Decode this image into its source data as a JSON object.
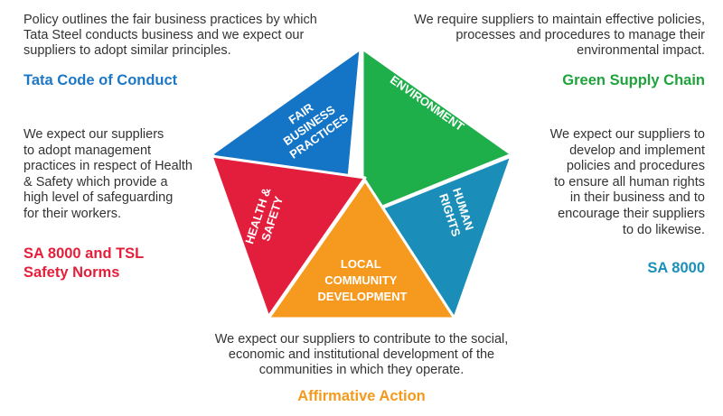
{
  "blocks": {
    "top_left": {
      "lines": [
        "Policy outlines the fair business practices by which",
        "Tata Steel conducts business and we expect our",
        "suppliers to adopt similar principles."
      ],
      "title": "Tata Code of Conduct",
      "color": "#1e77c5"
    },
    "top_right": {
      "lines": [
        "We require suppliers to maintain effective policies,",
        "processes and procedures to manage their",
        "environmental impact."
      ],
      "title": "Green Supply Chain",
      "color": "#1fa33b"
    },
    "mid_left": {
      "lines": [
        "We expect our suppliers",
        "to adopt management",
        "practices in respect of Health",
        "& Safety which provide a",
        "high level of safeguarding",
        "for their workers."
      ],
      "title_lines": [
        "SA 8000 and TSL",
        "Safety Norms"
      ],
      "color": "#e51e3a"
    },
    "mid_right": {
      "lines": [
        "We expect our suppliers to",
        "develop and implement",
        "policies and procedures",
        "to ensure all human rights",
        "in their business and to",
        "encourage their suppliers",
        "to do likewise."
      ],
      "title": "SA 8000",
      "color": "#1a8fb8"
    },
    "bottom": {
      "lines": [
        "We expect our suppliers to contribute to the social,",
        "economic and institutional development of the",
        "communities in which they operate."
      ],
      "title": "Affirmative Action",
      "color": "#f39a1c"
    }
  },
  "segments": {
    "fair": {
      "lines": [
        "FAIR",
        "BUSINESS",
        "PRACTICES"
      ],
      "color": "#1474c6"
    },
    "environment": {
      "lines": [
        "ENVIRONMENT"
      ],
      "color": "#1eaf4b"
    },
    "human": {
      "lines": [
        "HUMAN",
        "RIGHTS"
      ],
      "color": "#1a8db8"
    },
    "local": {
      "lines": [
        "LOCAL",
        "COMMUNITY",
        "DEVELOPMENT"
      ],
      "color": "#f59a1e"
    },
    "health": {
      "lines": [
        "HEALTH &",
        "SAFETY"
      ],
      "color": "#e31d3c"
    }
  }
}
